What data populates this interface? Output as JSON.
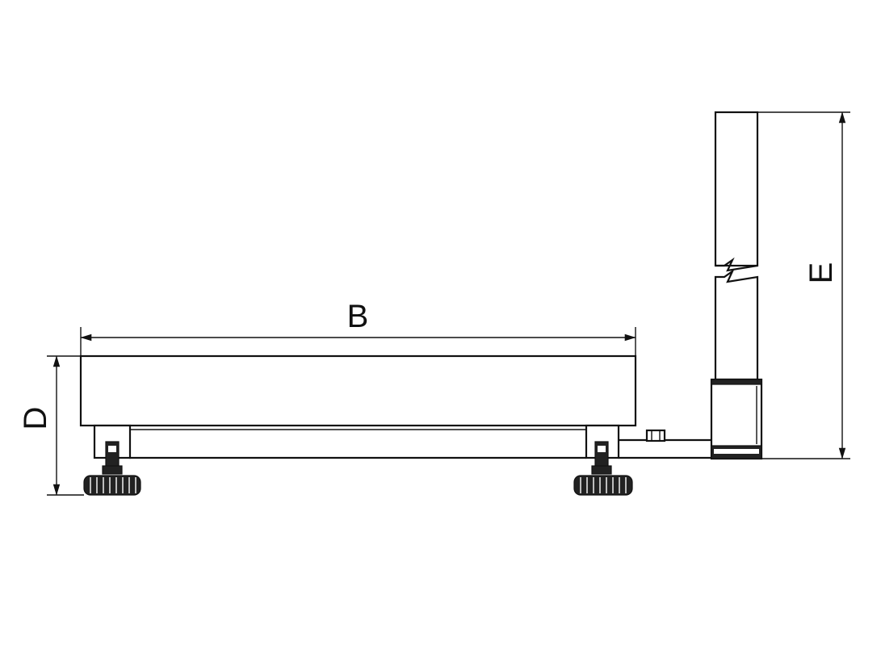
{
  "labels": {
    "width_b": "B",
    "height_d": "D",
    "height_e": "E"
  }
}
